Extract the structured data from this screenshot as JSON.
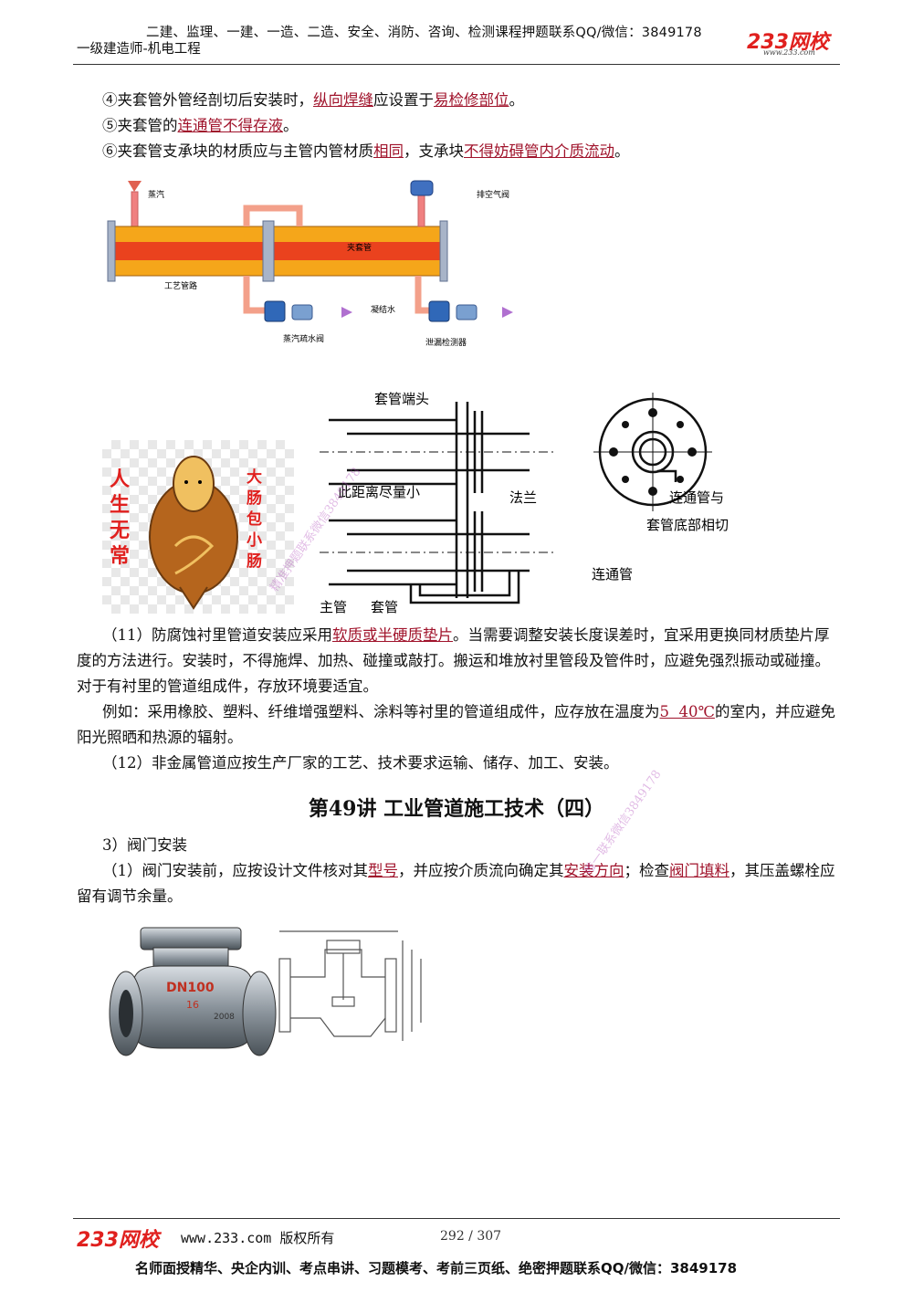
{
  "header": {
    "top_line": "二建、监理、一建、一造、二造、安全、消防、咨询、检测课程押题联系QQ/微信：3849178",
    "subtitle": "一级建造师-机电工程",
    "logo": "233网校",
    "logo_url": "www.233.com"
  },
  "items": [
    {
      "pre": "④夹套管外管经剖切后安装时，",
      "hl1": "纵向焊缝",
      "mid": "应设置于",
      "hl2": "易检修部位",
      "post": "。"
    },
    {
      "pre": "⑤夹套管的",
      "hl1": "连通管不得存液",
      "post": "。"
    },
    {
      "pre": "⑥夹套管支承块的材质应与主管内管材质",
      "hl1": "相同",
      "mid": "，支承块",
      "hl2": "不得妨碍管内介质流动",
      "post": "。"
    }
  ],
  "fig1": {
    "labels": {
      "steam": "蒸汽",
      "vent": "排空气阀",
      "jacket": "夹套管",
      "process_pipe": "工艺管路",
      "condensate": "凝结水",
      "steam_trap": "蒸汽疏水阀",
      "leak_detector": "泄漏检测器"
    }
  },
  "fig2": {
    "labels": {
      "sleeve_end": "套管端头",
      "distance": "此距离尽量小",
      "flange": "法兰",
      "cut1": "连通管与",
      "cut2": "套管底部相切",
      "connector": "连通管",
      "main_pipe": "主管",
      "sleeve": "套管"
    },
    "sticker": {
      "left": "人生无常",
      "right": "大肠包小肠"
    }
  },
  "para11": {
    "pre": "（11）防腐蚀衬里管道安装应采用",
    "hl": "软质或半硬质垫片",
    "post": "。当需要调整安装长度误差时，宜采用更换同材质垫片厚度的方法进行。安装时，不得施焊、加热、碰撞或敲打。搬运和堆放衬里管段及管件时，应避免强烈振动或碰撞。对于有衬里的管道组成件，存放环境要适宜。"
  },
  "para_example": {
    "pre": "例如：采用橡胶、塑料、纤维增强塑料、涂料等衬里的管道组成件，应存放在温度为",
    "hl": "5  40℃",
    "post": "的室内，并应避免阳光照晒和热源的辐射。"
  },
  "para12": "（12）非金属管道应按生产厂家的工艺、技术要求运输、储存、加工、安装。",
  "lecture_title": "第49讲  工业管道施工技术（四）",
  "sec3": "3）阀门安装",
  "valve_para": {
    "pre": "（1）阀门安装前，应按设计文件核对其",
    "hl1": "型号",
    "mid1": "，并应按介质流向确定其",
    "hl2": "安装方向",
    "mid2": "；检查",
    "hl3": "阀门填料",
    "post": "，其压盖螺栓应留有调节余量。"
  },
  "valve_image": {
    "text1": "DN100",
    "text2": "16",
    "text3": "2008"
  },
  "watermarks": [
    "精准押题联系微信3849178",
    "唯一联系微信3849178"
  ],
  "footer": {
    "logo": "233网校",
    "copyright": "www.233.com 版权所有",
    "page": "292 / 307",
    "bottom_line": "名师面授精华、央企内训、考点串讲、习题模考、考前三页纸、绝密押题联系QQ/微信：3849178"
  },
  "colors": {
    "highlight": "#a0132b",
    "logo": "#e0201e",
    "jacket_pipe": "#f5a61a"
  }
}
